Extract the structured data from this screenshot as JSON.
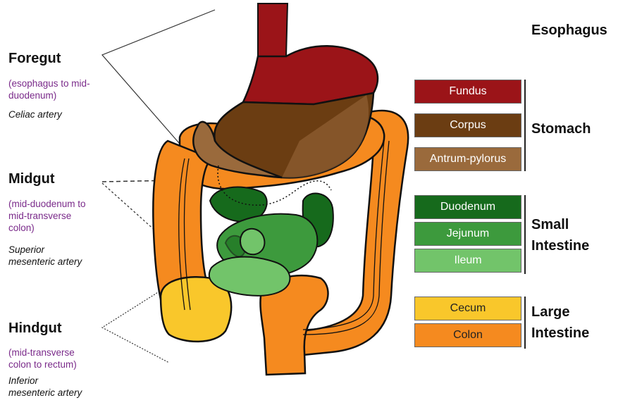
{
  "regions": {
    "foregut": {
      "title": "Foregut",
      "range": "(esophagus to mid-\nduodenum)",
      "artery": "Celiac artery"
    },
    "midgut": {
      "title": "Midgut",
      "range": "(mid-duodenum to\nmid-transverse\ncolon)",
      "artery": "Superior\nmesenteric artery"
    },
    "hindgut": {
      "title": "Hindgut",
      "range": "(mid-transverse\ncolon to rectum)",
      "artery": "Inferior\nmesenteric artery"
    }
  },
  "organs": {
    "esophagus": "Esophagus",
    "stomach": "Stomach",
    "small_intestine": "Small\nIntestine",
    "large_intestine": "Large\nIntestine"
  },
  "segments": {
    "fundus": {
      "label": "Fundus",
      "color": "#9b1418"
    },
    "corpus": {
      "label": "Corpus",
      "color": "#6b3d12"
    },
    "antrum": {
      "label": "Antrum-pylorus",
      "color": "#9a6a3c"
    },
    "duodenum": {
      "label": "Duodenum",
      "color": "#166a1c"
    },
    "jejunum": {
      "label": "Jejunum",
      "color": "#3d9a3d"
    },
    "ileum": {
      "label": "Ileum",
      "color": "#72c46a"
    },
    "cecum": {
      "label": "Cecum",
      "color": "#f9c72b"
    },
    "colon": {
      "label": "Colon",
      "color": "#f58a1f"
    }
  }
}
